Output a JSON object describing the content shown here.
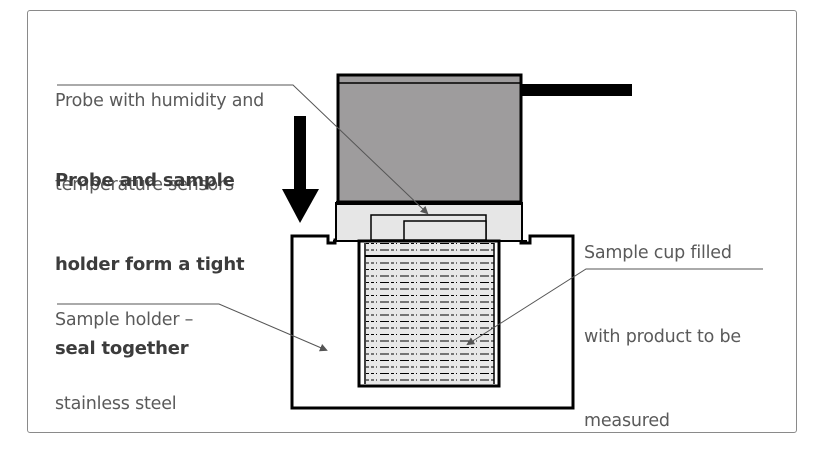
{
  "diagram": {
    "labels": {
      "probe": {
        "line1": "Probe with humidity and",
        "line2": "temperature sensors"
      },
      "seal": {
        "line1": "Probe and sample",
        "line2": "holder form a tight",
        "line3": "seal together"
      },
      "holder": {
        "line1": "Sample holder –",
        "line2": "stainless steel"
      },
      "cup": {
        "line1": "Sample cup filled",
        "line2": "with product to be",
        "line3": "measured"
      }
    },
    "colors": {
      "probe_body": "#9e9c9d",
      "probe_base": "#e6e6e6",
      "cup_fill": "#e8e8e8",
      "outline": "#000000",
      "leader_line": "#555555",
      "text": "#5a5a5a",
      "frame": "#8a8a8a"
    }
  }
}
